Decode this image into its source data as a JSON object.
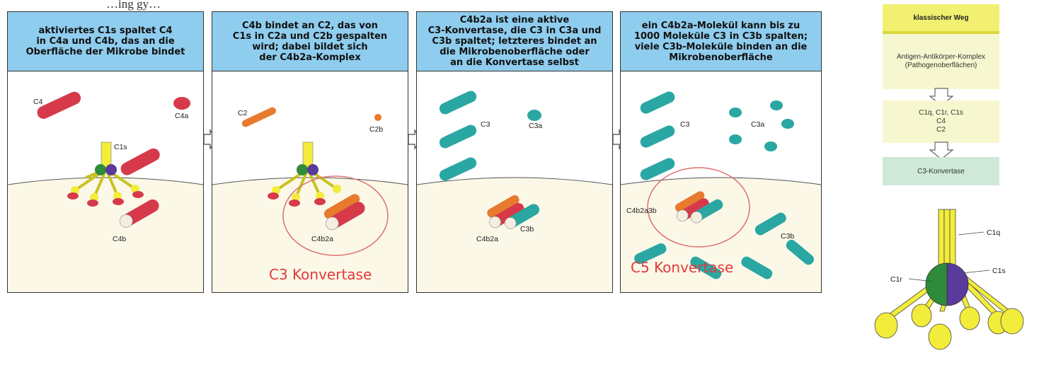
{
  "top_text": "…ing gy…",
  "panels": [
    {
      "header": "aktiviertes C1s spaltet C4\nin C4a und C4b, das an die\nOberfläche der Mikrobe bindet",
      "labels": {
        "c4": "C4",
        "c4a": "C4a",
        "c1s": "C1s",
        "c4b": "C4b"
      }
    },
    {
      "header": "C4b bindet an C2, das von\nC1s in C2a und C2b gespalten\nwird; dabei bildet sich\nder C4b2a-Komplex",
      "labels": {
        "c2": "C2",
        "c2b": "C2b",
        "c4b2a": "C4b2a"
      },
      "annotation": "C3 Konvertase"
    },
    {
      "header": "C4b2a ist eine aktive\nC3-Konvertase, die C3 in C3a und\nC3b spaltet; letzteres bindet an\ndie Mikrobenoberfläche oder\nan die Konvertase selbst",
      "labels": {
        "c3": "C3",
        "c3a": "C3a",
        "c4b2a": "C4b2a",
        "c3b": "C3b"
      }
    },
    {
      "header": "ein C4b2a-Molekül kann bis zu\n1000 Moleküle C3 in C3b spalten;\nviele C3b-Moleküle binden an die\nMikrobenoberfläche",
      "labels": {
        "c3": "C3",
        "c3a": "C3a",
        "c4b2a3b": "C4b2a3b",
        "c3b": "C3b"
      },
      "annotation": "C5 Konvertase"
    }
  ],
  "pathway": {
    "title": "klassischer Weg",
    "step1": "Antigen-Antikörper-Komplex\n(Pathogenoberflächen)",
    "step2": "C1q, C1r, C1s\nC4\nC2",
    "step3": "C3-Konvertase"
  },
  "c1_diagram": {
    "c1q": "C1q",
    "c1r": "C1r",
    "c1s": "C1s"
  },
  "colors": {
    "header_bg": "#8fcdee",
    "c4_red": "#d63a4a",
    "c2_orange": "#e87a2e",
    "c3_teal": "#2aa7a3",
    "c1_yellow": "#f2ec3a",
    "c1r_green": "#2e8b3a",
    "c1s_purple": "#5a3a9a",
    "annotation_red": "#e23a3a"
  }
}
